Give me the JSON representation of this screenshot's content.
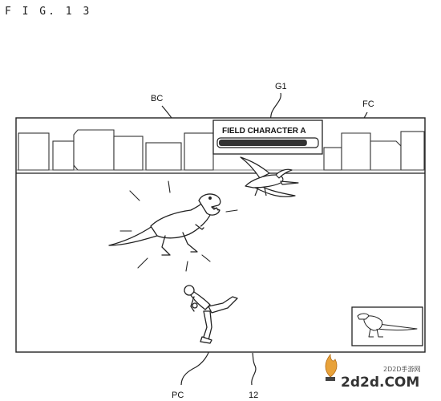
{
  "figure_label": "F I G. 1 3",
  "hud": {
    "name": "FIELD CHARACTER A",
    "health_fraction": 0.9
  },
  "references": {
    "bc": "BC",
    "g1": "G1",
    "fc": "FC",
    "pc": "PC",
    "screen": "12"
  },
  "watermark": {
    "small": "2D2D手游网",
    "large": "2d2d.COM"
  }
}
